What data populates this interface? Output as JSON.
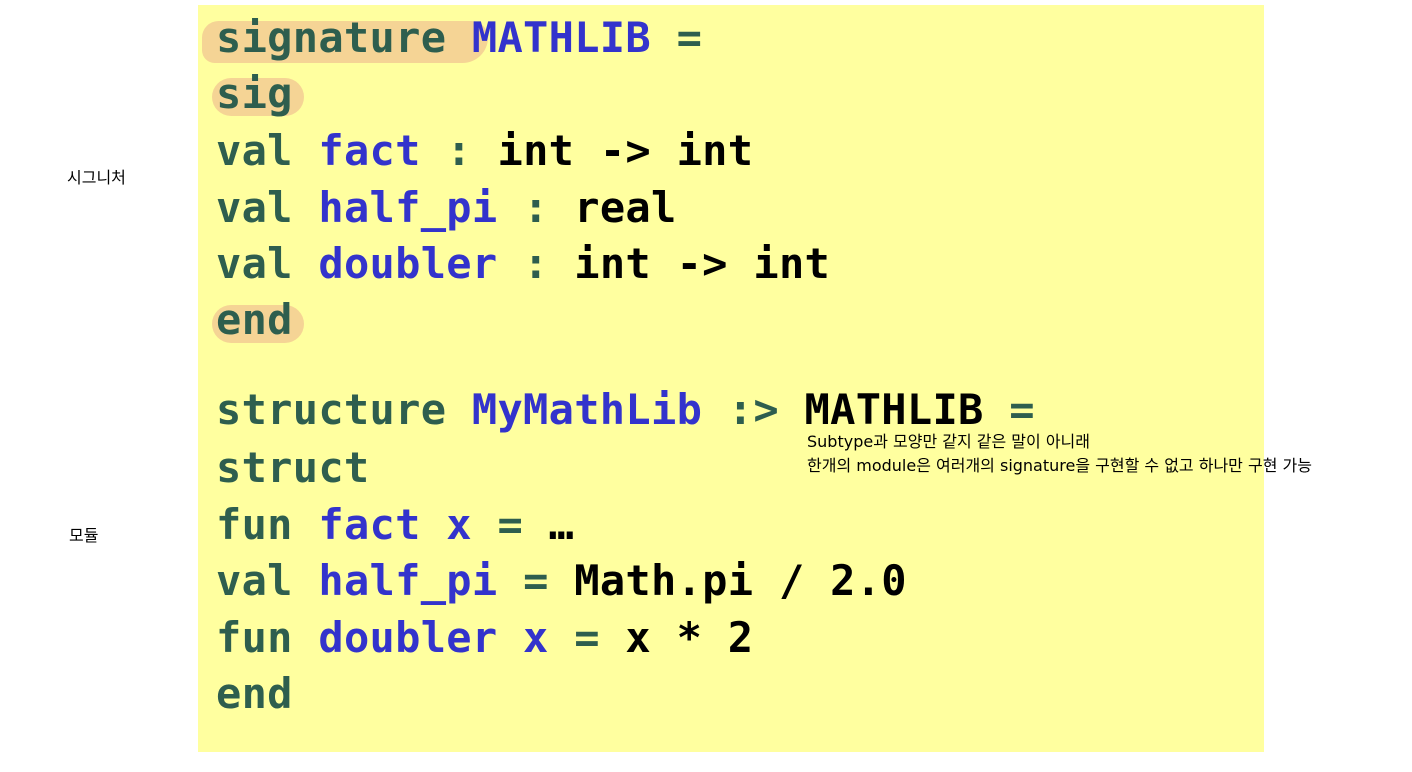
{
  "side_labels": {
    "signature": "시그니처",
    "module": "모듈"
  },
  "colors": {
    "background": "#ffff9f",
    "keyword": "#2e5e4e",
    "identifier": "#3333cc",
    "type": "#000000",
    "highlight": "#f4cf93"
  },
  "code": {
    "line1": {
      "kw": "signature ",
      "id": "MATHLIB ",
      "kw2": "="
    },
    "line2": {
      "kw": "sig"
    },
    "line3": {
      "kw": "val ",
      "id": "fact ",
      "kw2": ": ",
      "tp": "int -> int"
    },
    "line4": {
      "kw": "val ",
      "id": "half_pi ",
      "kw2": ": ",
      "tp": "real"
    },
    "line5": {
      "kw": "val ",
      "id": "doubler ",
      "kw2": ": ",
      "tp": "int -> int"
    },
    "line6": {
      "kw": "end"
    },
    "line7": {
      "kw": "structure ",
      "id": "MyMathLib ",
      "kw2": ":> ",
      "tp": "MATHLIB ",
      "kw3": "="
    },
    "line8": {
      "kw": "struct"
    },
    "line9": {
      "kw": "fun ",
      "id": "fact x ",
      "kw2": "= ",
      "tp": "…"
    },
    "line10": {
      "kw": "val ",
      "id": "half_pi ",
      "kw2": "= ",
      "tp": "Math.pi / 2.0"
    },
    "line11": {
      "kw": "fun ",
      "id": "doubler x ",
      "kw2": "= ",
      "tp": "x * 2"
    },
    "line12": {
      "kw": "end"
    }
  },
  "note": {
    "line1": "Subtype과 모양만 같지 같은 말이 아니래",
    "line2": "한개의 module은 여러개의 signature을 구현할 수 없고 하나만 구현 가능"
  }
}
